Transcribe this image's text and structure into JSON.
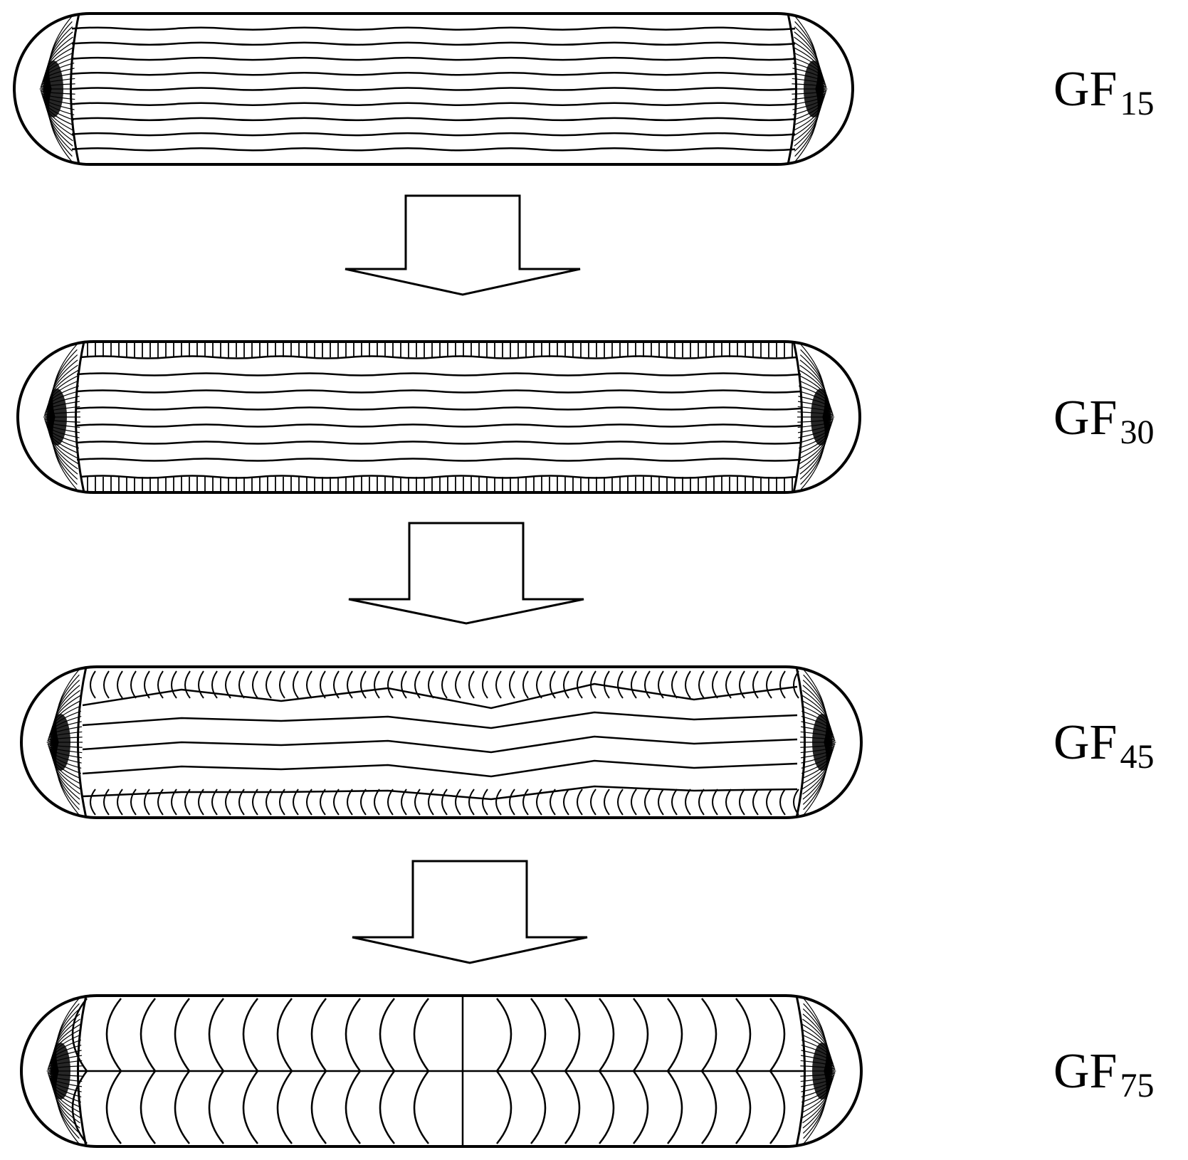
{
  "stages": [
    {
      "main": "GF",
      "sub": "15",
      "pattern": "layers"
    },
    {
      "main": "GF",
      "sub": "30",
      "pattern": "layers-with-edge-ticks"
    },
    {
      "main": "GF",
      "sub": "45",
      "pattern": "zigzag-with-arcs"
    },
    {
      "main": "GF",
      "sub": "75",
      "pattern": "arcs"
    }
  ],
  "arrow_count": 3,
  "colors": {
    "ink": "#000000",
    "background": "#ffffff"
  }
}
